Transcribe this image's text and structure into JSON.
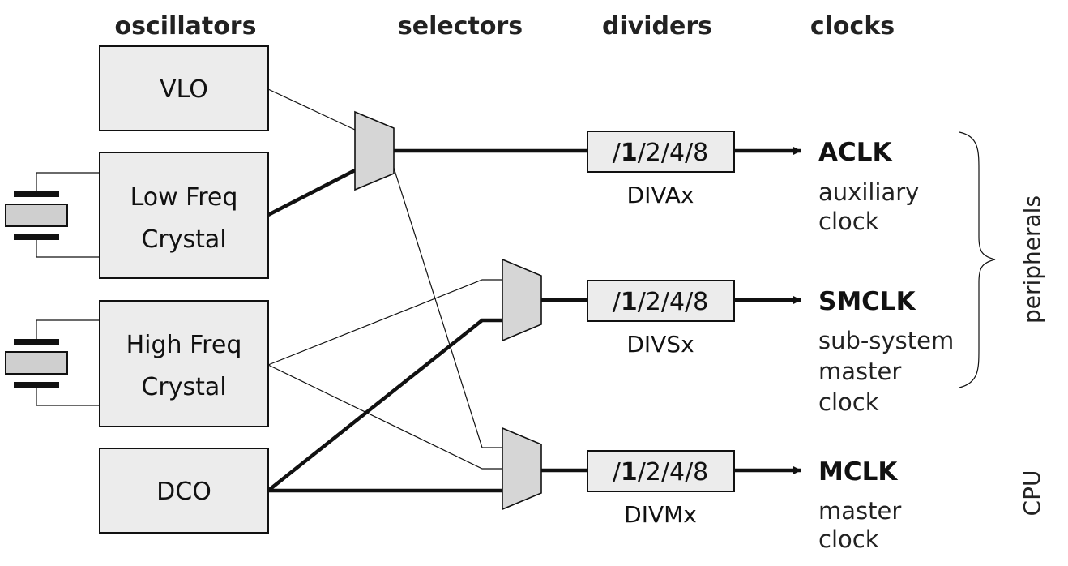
{
  "headers": {
    "oscillators": "oscillators",
    "selectors": "selectors",
    "dividers": "dividers",
    "clocks": "clocks"
  },
  "oscillators": {
    "vlo": "VLO",
    "lf_line1": "Low Freq",
    "lf_line2": "Crystal",
    "hf_line1": "High Freq",
    "hf_line2": "Crystal",
    "dco": "DCO"
  },
  "dividers": {
    "prefix": "/",
    "bold_value": "1",
    "rest": "/2/4/8",
    "aclk_reg": "DIVAx",
    "smclk_reg": "DIVSx",
    "mclk_reg": "DIVMx"
  },
  "clocks": {
    "aclk": {
      "name": "ACLK",
      "desc1": "auxiliary",
      "desc2": "clock"
    },
    "smclk": {
      "name": "SMCLK",
      "desc1": "sub-system",
      "desc2": "master",
      "desc3": "clock"
    },
    "mclk": {
      "name": "MCLK",
      "desc1": "master",
      "desc2": "clock"
    }
  },
  "side_labels": {
    "peripherals": "peripherals",
    "cpu": "CPU"
  }
}
